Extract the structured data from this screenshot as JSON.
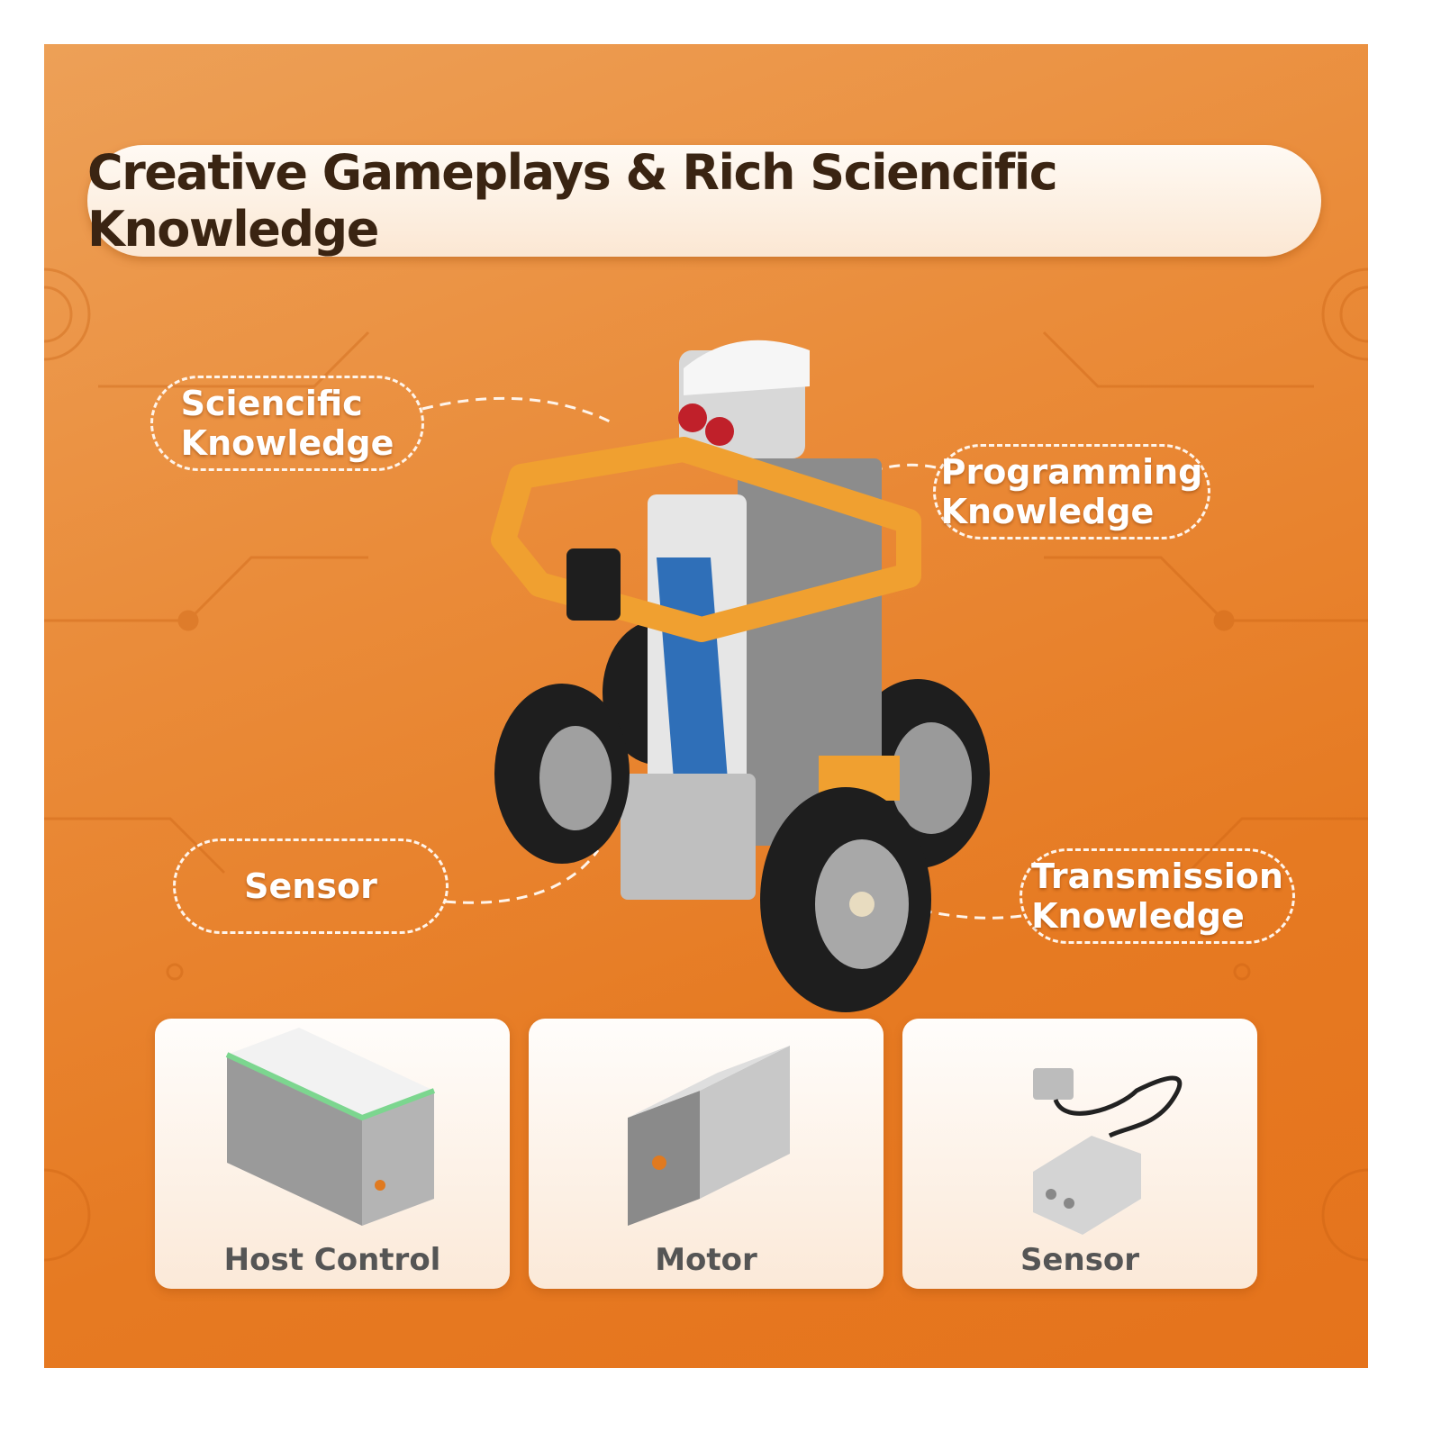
{
  "title": "Creative Gameplays & Rich Sciencific Knowledge",
  "callouts": [
    {
      "id": "scientific",
      "label": "Sciencific\nKnowledge"
    },
    {
      "id": "programming",
      "label": "Programming\nKnowledge"
    },
    {
      "id": "sensor",
      "label": "Sensor"
    },
    {
      "id": "transmission",
      "label": "Transmission\nKnowledge"
    }
  ],
  "product_image": {
    "subject": "robot-car-building-kit"
  },
  "components": [
    {
      "label": "Host Control",
      "icon": "host-control-brick-icon"
    },
    {
      "label": "Motor",
      "icon": "motor-brick-icon"
    },
    {
      "label": "Sensor",
      "icon": "sensor-brick-icon"
    }
  ],
  "colors": {
    "background_orange": "#e67a22",
    "title_text": "#3a2412",
    "title_pill": "#fff6ee",
    "callout_text": "#ffffff",
    "card_label": "#555555",
    "accent_yellow": "#f0a030"
  }
}
